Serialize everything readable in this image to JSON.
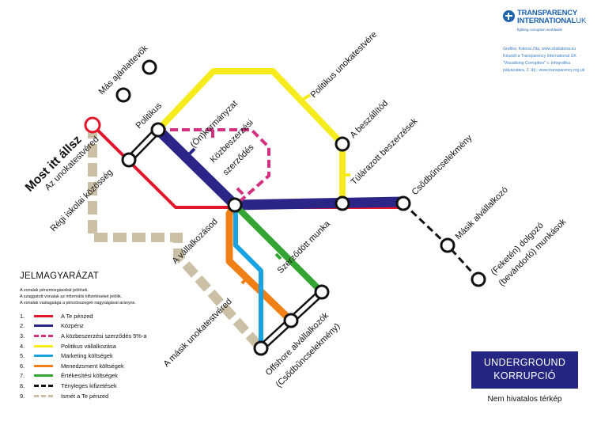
{
  "logo": {
    "line1": "TRANSPARENCY",
    "line2": "INTERNATIONAL",
    "suffix": "UK",
    "tagline": "fighting corruption worldwide"
  },
  "credits": [
    "Grafika: Katona Zita, www.zitakatona.eu",
    "Készült a Transparency International UK",
    "\"Visualising Corruption\" c. infografika",
    "pályázatára, 2. díj  -  www.transparency.org.uk"
  ],
  "legend": {
    "title": "JELMAGYARÁZAT",
    "notes": [
      "A vonalak pénzmozgásokat jelölnek.",
      "A szaggatott vonalak az informális kifizetéseket jelölik.",
      "A vonalak vastagsága a pénzösszegek nagyságával arányos."
    ],
    "items": [
      {
        "num": "1.",
        "label": "A Te pénzed",
        "color": "#e3152b",
        "style": "solid"
      },
      {
        "num": "2.",
        "label": "Közpénz",
        "color": "#2b2587",
        "style": "solid"
      },
      {
        "num": "3.",
        "label": "A közbeszerzési szerződés 5%-a",
        "color": "#d3307f",
        "style": "dashed"
      },
      {
        "num": "4.",
        "label": "Politikus vállalkozása",
        "color": "#f6eb1c",
        "style": "solid"
      },
      {
        "num": "5.",
        "label": "Marketing költségek",
        "color": "#1aa3e0",
        "style": "solid"
      },
      {
        "num": "6.",
        "label": "Menedzsment költségek",
        "color": "#f07f16",
        "style": "solid"
      },
      {
        "num": "7.",
        "label": "Értékesítési költségek",
        "color": "#34a534",
        "style": "solid"
      },
      {
        "num": "8.",
        "label": "Tényleges kifizetések",
        "color": "#111111",
        "style": "dashed"
      },
      {
        "num": "9.",
        "label": "Ismét a Te pénzed",
        "color": "#cbbfa5",
        "style": "dashed"
      }
    ]
  },
  "title_box": {
    "line1": "UNDERGROUND",
    "line2": "KORRUPCIÓ"
  },
  "subtitle": "Nem hivatalos térkép",
  "stations": {
    "most_itt_allsz": "Most itt állsz",
    "mas_ajanlattevok": "Más ajánlattevők",
    "az_unokatestvered": "Az unokatestvéred",
    "regi_iskolai_kozosseg": "Régi iskolai közösség",
    "politikus": "Politikus",
    "onkormanyzat": "(Ön)kormányzat",
    "kozbeszerzesi_szerzodes_1": "Közbeszerzési",
    "kozbeszerzesi_szerzodes_2": "szerződés",
    "politikus_unokatestvere": "Politikus unokatestvére",
    "a_beszallitod": "A beszállítód",
    "tularazott_beszerzesek": "Túlárazott beszerzések",
    "csodbuncselekmeny": "Csődbűncselekmény",
    "a_vallalkozasod": "A vállalkozásod",
    "szerzodott_munka": "Szerződött munka",
    "masik_alvallalkozo": "Másik alvállalkozó",
    "feketen_dolgozo_1": "(Feketén) dolgozó",
    "feketen_dolgozo_2": "(bevándorló) munkások",
    "a_masik_unokatestvered": "A másik unokatestvéred",
    "offshore_1": "Offshore alvállalkozók",
    "offshore_2": "(Csődbűncselekmény)"
  }
}
